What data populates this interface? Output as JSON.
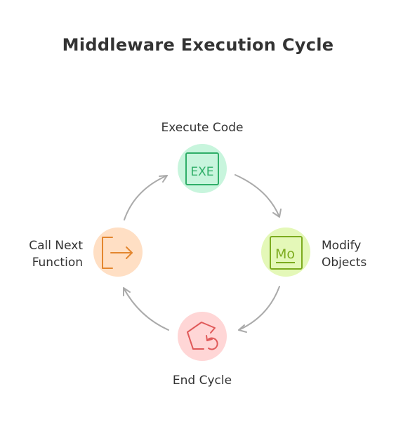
{
  "title": "Middleware Execution Cycle",
  "nodes": {
    "top": {
      "label": "Execute Code",
      "icon": "exe-icon",
      "icon_text": "EXE",
      "fill": "#c8f5dd",
      "stroke": "#2fae68"
    },
    "right": {
      "label_line1": "Modify",
      "label_line2": "Objects",
      "icon": "mo-element-icon",
      "icon_text": "Mo",
      "fill": "#e4f8b8",
      "stroke": "#7cab1e"
    },
    "bottom": {
      "label": "End Cycle",
      "icon": "pentagon-cycle-icon",
      "fill": "#ffd6d6",
      "stroke": "#e05a5a"
    },
    "left": {
      "label_line1": "Call Next",
      "label_line2": "Function",
      "icon": "exit-arrow-icon",
      "fill": "#ffdfc4",
      "stroke": "#e3862f"
    }
  },
  "arrow_color": "#aaaaaa"
}
